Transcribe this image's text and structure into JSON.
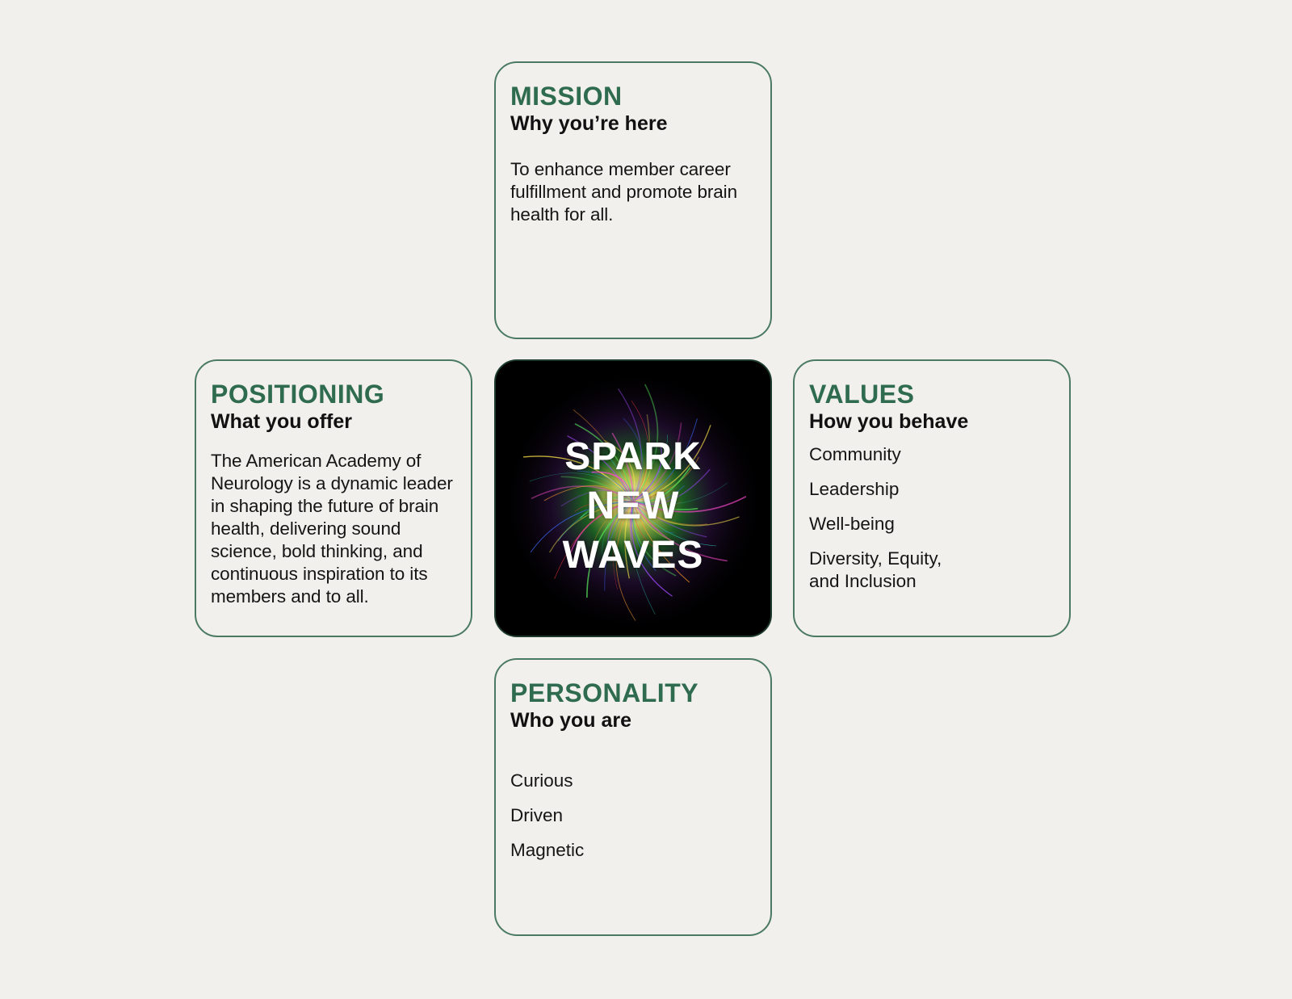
{
  "colors": {
    "background": "#f2f0ec",
    "card_border": "#4a7a62",
    "title_green": "#2f6b4e",
    "center_background": "#000000",
    "center_text": "#ffffff"
  },
  "mission": {
    "title": "MISSION",
    "subtitle": "Why you’re here",
    "body": "To enhance member career fulfillment and promote brain health for all."
  },
  "positioning": {
    "title": "POSITIONING",
    "subtitle": "What you offer",
    "body": "The American Academy of Neurology is a dynamic leader in shaping the future of brain health, delivering sound science, bold thinking, and continuous inspiration to its members and to all."
  },
  "center": {
    "lines": [
      "SPARK",
      "NEW",
      "WAVES"
    ],
    "art": "colorful-light-burst"
  },
  "values": {
    "title": "VALUES",
    "subtitle": "How you behave",
    "items": [
      "Community",
      "Leadership",
      "Well-being",
      "Diversity, Equity, and Inclusion"
    ]
  },
  "personality": {
    "title": "PERSONALITY",
    "subtitle": "Who you are",
    "items": [
      "Curious",
      "Driven",
      "Magnetic"
    ]
  }
}
